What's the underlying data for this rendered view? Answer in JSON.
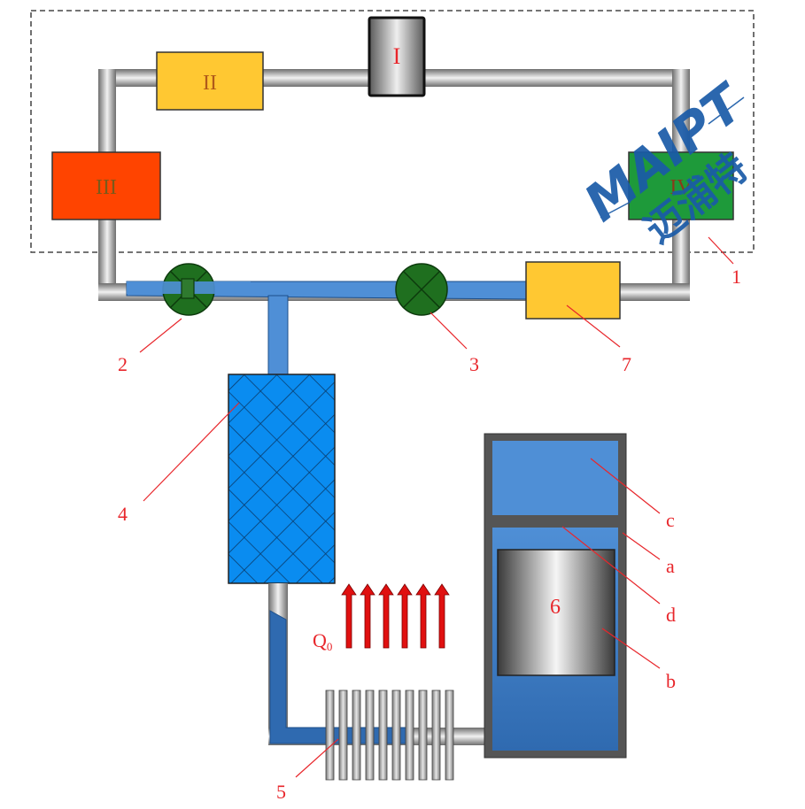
{
  "diagram": {
    "components": {
      "I": "I",
      "II": "II",
      "III": "III",
      "IV": "IV",
      "seven": "7",
      "six": "6"
    },
    "callouts": {
      "c1": "1",
      "c2": "2",
      "c3": "3",
      "c4": "4",
      "c5": "5",
      "c7": "7",
      "ca": "a",
      "cb": "b",
      "cc": "c",
      "cd": "d"
    },
    "heat_flow": {
      "symbol": "Q",
      "subscript": "0"
    },
    "colors": {
      "pipe_gray": "#9a9a9a",
      "fluid_blue": "#4f8fd6",
      "yellow": "#ffc832",
      "red_orange": "#ff4400",
      "green": "#1e9a3a",
      "valve_green": "#1f6f1f",
      "label_red": "#e8262b",
      "logo_blue": "#1a5ba8"
    }
  },
  "watermark": {
    "brand_latin": "MAIPT",
    "brand_cn": "迈浦特"
  }
}
